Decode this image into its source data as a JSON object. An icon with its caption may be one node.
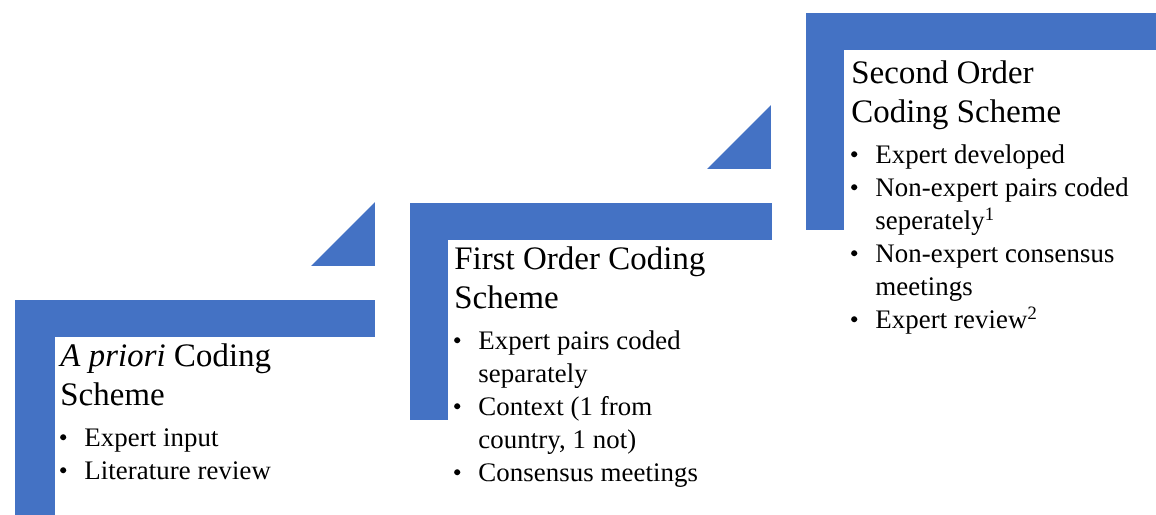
{
  "diagram": {
    "nodes": [
      {
        "text": [
          "*A priori* Coding Scheme",
          "Expert input",
          "Literature review"
        ]
      },
      {
        "text": [
          "First Order Coding Scheme",
          "Expert pairs coded separately",
          "Context (1 from country, 1 not)",
          "Consensus meetings"
        ]
      },
      {
        "text": [
          "Second Order Coding Scheme",
          "Expert developed",
          "Non-expert pairs coded seperately$^{1}$",
          "Non-expert consensus meetings",
          "Expert review$^{2}$"
        ]
      }
    ],
    "edges": [
      {
        "from": 1,
        "to": 0,
        "arrow": "to"
      },
      {
        "from": 2,
        "to": 1,
        "arrow": "to"
      }
    ]
  }
}
